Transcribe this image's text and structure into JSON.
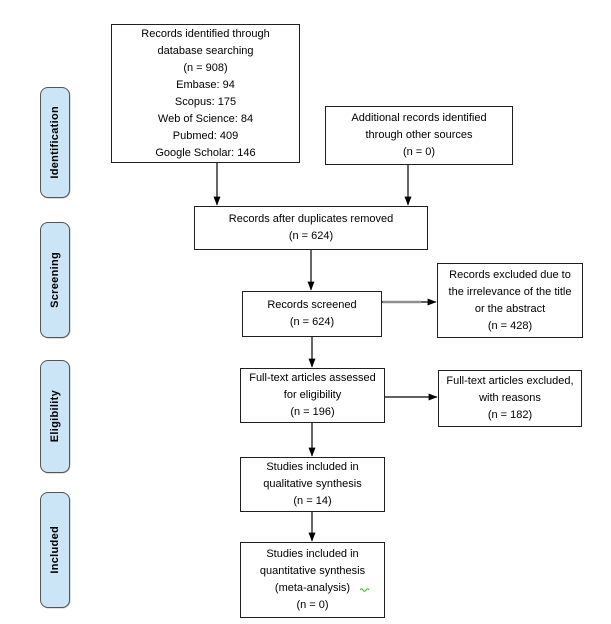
{
  "stages": [
    {
      "label": "Identification"
    },
    {
      "label": "Screening"
    },
    {
      "label": "Eligibility"
    },
    {
      "label": "Included"
    }
  ],
  "boxes": {
    "identified": {
      "lines": [
        "Records identified through",
        "database searching",
        "(n = 908)",
        "Embase: 94",
        "Scopus: 175",
        "Web of Science: 84",
        "Pubmed: 409",
        "Google Scholar: 146"
      ]
    },
    "additional": {
      "lines": [
        "Additional records identified",
        "through other sources",
        "(n = 0)"
      ]
    },
    "duplicates_removed": {
      "lines": [
        "Records after duplicates removed",
        "(n = 624)"
      ]
    },
    "screened": {
      "lines": [
        "Records screened",
        "(n = 624)"
      ]
    },
    "records_excluded": {
      "lines": [
        "Records excluded due to",
        "the irrelevance of the title",
        "or the abstract",
        "(n = 428)"
      ]
    },
    "fulltext_assessed": {
      "lines": [
        "Full-text articles assessed",
        "for eligibility",
        "(n = 196)"
      ]
    },
    "fulltext_excluded": {
      "lines": [
        "Full-text articles excluded,",
        "with reasons",
        "(n = 182)"
      ]
    },
    "qualitative": {
      "lines": [
        "Studies included in",
        "qualitative synthesis",
        "(n = 14)"
      ]
    },
    "quantitative": {
      "lines": [
        "Studies included in",
        "quantitative synthesis",
        "(meta-analysis)",
        "(n = 0)"
      ]
    }
  },
  "colors": {
    "stage_fill": "#cbe4f6",
    "stage_border": "#555555",
    "box_border": "#1f1f1f",
    "arrow": "#000000",
    "background": "#ffffff",
    "grammar_mark": "#3fae2a"
  }
}
